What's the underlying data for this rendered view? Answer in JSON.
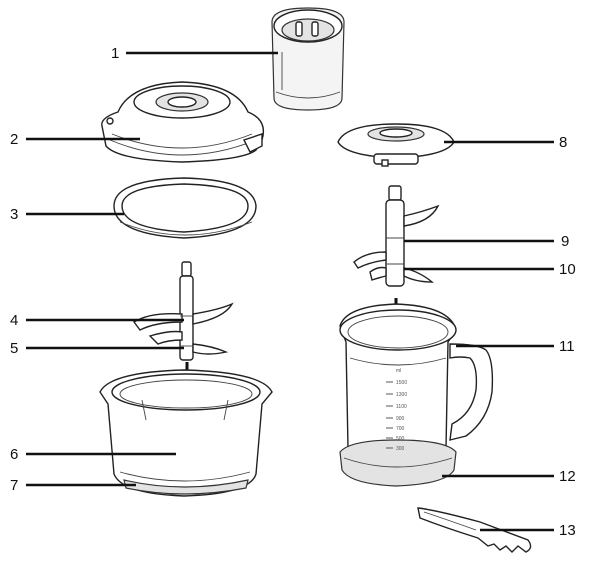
{
  "callouts": [
    {
      "number": "1",
      "part": "motor-unit"
    },
    {
      "number": "2",
      "part": "bowl-lid"
    },
    {
      "number": "3",
      "part": "lid-seal-ring"
    },
    {
      "number": "4",
      "part": "upper-blade"
    },
    {
      "number": "5",
      "part": "lower-blade"
    },
    {
      "number": "6",
      "part": "chopper-bowl"
    },
    {
      "number": "7",
      "part": "anti-slip-base-ring"
    },
    {
      "number": "8",
      "part": "jug-lid"
    },
    {
      "number": "9",
      "part": "jug-upper-blade"
    },
    {
      "number": "10",
      "part": "jug-lower-blade"
    },
    {
      "number": "11",
      "part": "measuring-jug"
    },
    {
      "number": "12",
      "part": "jug-base-ring"
    },
    {
      "number": "13",
      "part": "spatula"
    }
  ],
  "jug_scale": [
    "ml",
    "1500",
    "1300",
    "1100",
    "900",
    "700",
    "500",
    "300"
  ],
  "colors": {
    "line": "#111111",
    "outline": "#222222",
    "fill": "#ffffff"
  }
}
